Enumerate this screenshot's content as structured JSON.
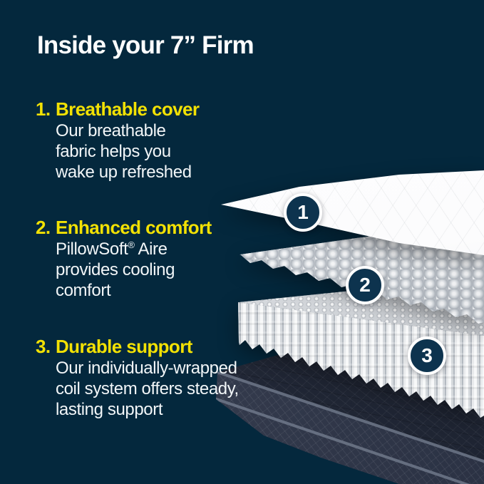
{
  "title": "Inside your 7” Firm",
  "items": [
    {
      "number": "1.",
      "heading": "Breathable cover",
      "line1": "Our breathable",
      "line2": "fabric helps you",
      "line3": "wake up refreshed"
    },
    {
      "number": "2.",
      "heading": "Enhanced comfort",
      "line1_pre": "PillowSoft",
      "line1_sup": "®",
      "line1_post": " Aire",
      "line2": "provides cooling",
      "line3": "comfort"
    },
    {
      "number": "3.",
      "heading": "Durable support",
      "line1": "Our individually-wrapped",
      "line2": "coil system offers steady,",
      "line3": "lasting support"
    }
  ],
  "badges": [
    {
      "label": "1"
    },
    {
      "label": "2"
    },
    {
      "label": "3"
    }
  ],
  "colors": {
    "background": "#04283d",
    "accent_yellow": "#f2e104",
    "text_white": "#ffffff",
    "badge_fill": "#0d334e",
    "badge_ring": "#ffffff"
  }
}
